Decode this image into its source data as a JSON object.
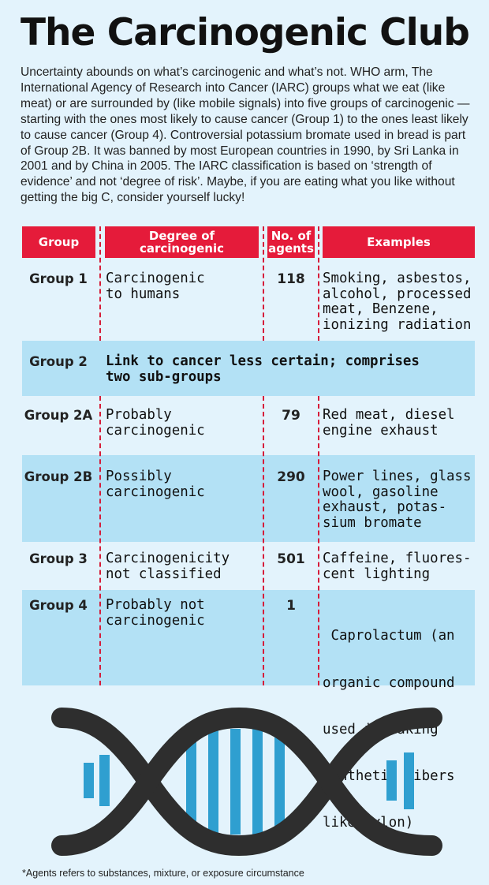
{
  "title": "The Carcinogenic Club",
  "intro": "Uncertainty abounds on what’s carcinogenic and what’s not. WHO arm, The International Agency of Research into Cancer (IARC) groups what we eat (like meat) or are surrounded by (like mobile signals)  into five groups of carcinogenic — starting with the ones most likely to cause cancer (Group 1) to the ones least likely to cause cancer (Group 4). Controversial potassium bromate used in bread is part of Group 2B. It was banned by most European countries in 1990, by Sri Lanka in 2001 and by China in 2005.  The IARC classification is based on ‘strength of evidence’ and not ‘degree of risk’. Maybe, if you are eating what you like without getting the big C, consider yourself lucky!",
  "table": {
    "headers": {
      "group": "Group",
      "degree": "Degree of carcinogenic",
      "agents_line1": "No. of",
      "agents_line2": "agents",
      "examples": "Examples"
    },
    "rows": [
      {
        "group": "Group 1",
        "degree_l1": "Carcinogenic",
        "degree_l2": "to humans",
        "agents": "118",
        "ex_l1": "Smoking, asbestos,",
        "ex_l2": "alcohol, processed",
        "ex_l3": "meat, Benzene,",
        "ex_l4": "ionizing radiation"
      },
      {
        "group": "Group 2",
        "note_l1": "Link to cancer less certain; comprises",
        "note_l2": "two sub-groups"
      },
      {
        "group": "Group 2A",
        "degree_l1": "Probably",
        "degree_l2": "carcinogenic",
        "agents": "79",
        "ex_l1": "Red meat, diesel",
        "ex_l2": "engine exhaust"
      },
      {
        "group": "Group 2B",
        "degree_l1": "Possibly",
        "degree_l2": "carcinogenic",
        "agents": "290",
        "ex_l1": "Power lines, glass",
        "ex_l2": "wool, gasoline",
        "ex_l3": "exhaust, potas-",
        "ex_l4": "sium bromate"
      },
      {
        "group": "Group 3",
        "degree_l1": "Carcinogenicity",
        "degree_l2": "not classified",
        "agents": "501",
        "ex_l1": "Caffeine, fluores-",
        "ex_l2": "cent lighting"
      },
      {
        "group": "Group 4",
        "degree_l1": "Probably not",
        "degree_l2": "carcinogenic",
        "agents": "1",
        "ex_l1": " Caprolactum (an",
        "ex_l2": "organic compound",
        "ex_l3": "used in making",
        "ex_l4": "synthetic fibers",
        "ex_l5": "like nylon)"
      }
    ]
  },
  "footnote": "*Agents refers to substances, mixture, or exposure circumstance",
  "colors": {
    "background": "#e3f3fc",
    "header_red": "#e51b3a",
    "row_blue": "#b3e1f5",
    "dna_dark": "#2e2e2e",
    "dna_blue": "#2f9fd0"
  },
  "icons": [
    "dna-helix-icon"
  ]
}
